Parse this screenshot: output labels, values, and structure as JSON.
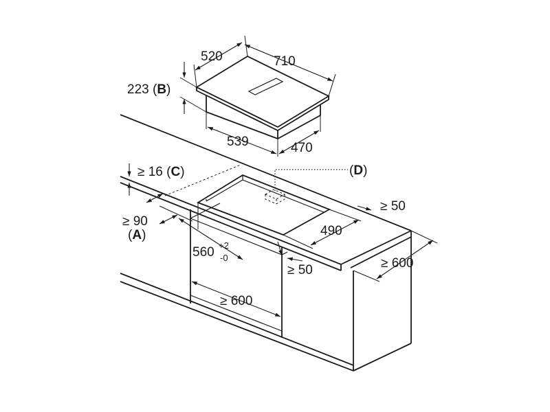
{
  "hob": {
    "depth": "520",
    "width": "710",
    "height": "223",
    "height_ref": "B",
    "body_width": "539",
    "body_depth": "470"
  },
  "cabinet": {
    "worktop_thickness_prefix": "≥ 16",
    "worktop_thickness_ref": "C",
    "front_clearance": "≥ 90",
    "front_clearance_ref": "A",
    "cutout_width_base": "560",
    "cutout_width_tol_plus": "+2",
    "cutout_width_tol_minus": "-0",
    "cutout_depth": "490",
    "rear_clearance": "≥ 50",
    "side_clearance": "≥ 50",
    "worktop_depth": "≥ 600",
    "unit_width": "≥ 600",
    "connection_ref": "D"
  }
}
